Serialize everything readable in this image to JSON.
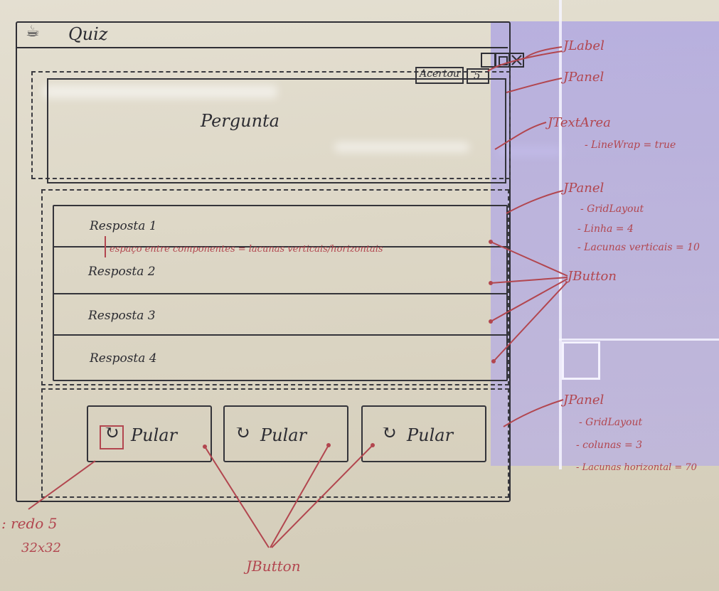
{
  "window": {
    "title": "Quiz",
    "icon": "coffee-cup-icon",
    "controls": [
      "minimize-icon",
      "maximize-icon",
      "close-icon"
    ]
  },
  "score": {
    "label": "Acertou",
    "value": "5"
  },
  "question": {
    "text": "Pergunta"
  },
  "answers": [
    "Resposta 1",
    "Resposta 2",
    "Resposta 3",
    "Resposta 4"
  ],
  "spacing_note": "espaço entre componentes = lacunas verticais/horizontais",
  "skip_buttons": [
    "Pular",
    "Pular",
    "Pular"
  ],
  "icon_note": {
    "line1": ": redo 5",
    "line2": "32x32"
  },
  "annotations": {
    "jlabel": "JLabel",
    "jpanel_top": "JPanel",
    "jtextarea": "JTextArea",
    "jtextarea_prop": "- LineWrap = true",
    "jpanel_mid": "JPanel",
    "jpanel_mid_props": [
      "- GridLayout",
      "- Linha = 4",
      "- Lacunas verticais = 10"
    ],
    "jbutton_right": "JButton",
    "jpanel_bottom": "JPanel",
    "jpanel_bottom_props": [
      "- GridLayout",
      "- colunas = 3",
      "- Lacunas horizontal = 70"
    ],
    "jbutton_bottom": "JButton"
  },
  "colors": {
    "ink": "#2f2f35",
    "red_ink": "#b2464f",
    "projection": "#a69cf0"
  }
}
